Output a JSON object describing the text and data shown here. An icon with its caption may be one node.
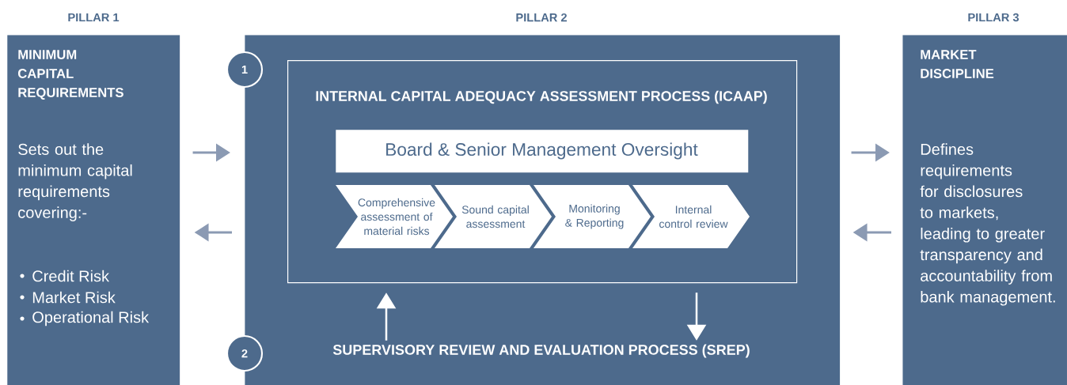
{
  "diagram": {
    "nodes": [
      {
        "text": [
          "PILLAR 1",
          "MINIMUM CAPITAL REQUIREMENTS",
          "Sets out the minimum capital requirements covering:-",
          "Credit Risk",
          "Market Risk",
          "Operational Risk"
        ]
      },
      {
        "text": [
          "PILLAR 2"
        ]
      },
      {
        "text": [
          "1"
        ],
        "in": 1
      },
      {
        "text": [
          "INTERNAL CAPITAL ADEQUACY ASSESSMENT PROCESS (ICAAP)"
        ],
        "in": 1
      },
      {
        "text": [
          "Board & Senior Management Oversight"
        ],
        "in": 3
      },
      {
        "text": [
          "Comprehensive assessment of material risks"
        ],
        "in": 3
      },
      {
        "text": [
          "Sound capital assessment"
        ],
        "in": 3
      },
      {
        "text": [
          "Monitoring & Reporting"
        ],
        "in": 3
      },
      {
        "text": [
          "Internal control review"
        ],
        "in": 3
      },
      {
        "text": [
          "2"
        ],
        "in": 1
      },
      {
        "text": [
          "SUPERVISORY REVIEW AND EVALUATION PROCESS (SREP)"
        ],
        "in": 1
      },
      {
        "text": [
          "PILLAR 3",
          "MARKET DISCIPLINE",
          "Defines requirements for disclosures to markets, leading to greater transparency and accountability from bank management."
        ]
      }
    ],
    "edges": [
      {
        "from": 0,
        "to": 1,
        "arrow": "to"
      },
      {
        "from": 1,
        "to": 0,
        "arrow": "to"
      },
      {
        "from": 1,
        "to": 11,
        "arrow": "to"
      },
      {
        "from": 11,
        "to": 1,
        "arrow": "to"
      },
      {
        "from": 10,
        "to": 3,
        "arrow": "to",
        "color": "#ffffff"
      },
      {
        "from": 3,
        "to": 10,
        "arrow": "to",
        "color": "#ffffff"
      }
    ]
  }
}
